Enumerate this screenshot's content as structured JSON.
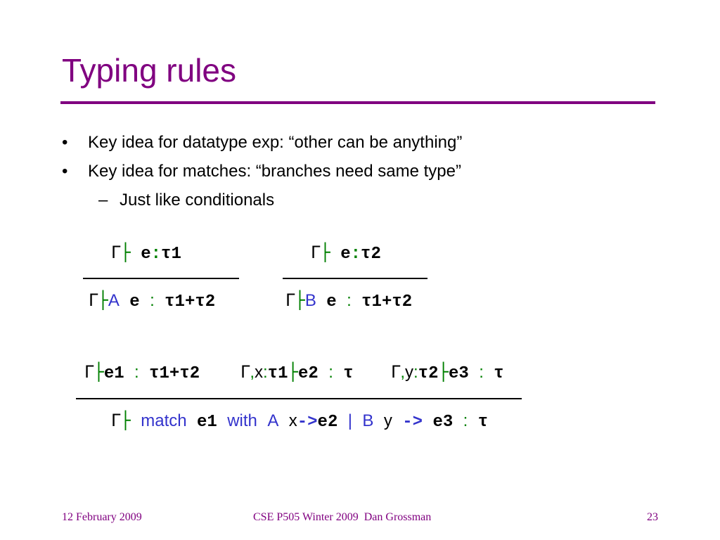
{
  "slide": {
    "title": "Typing rules",
    "bullets": [
      {
        "mark": "•",
        "text": "Key idea for datatype exp: “other can be anything”"
      },
      {
        "mark": "•",
        "text": "Key idea for matches: “branches need same type”"
      }
    ],
    "sub_bullets": [
      {
        "mark": "–",
        "text": "Just like conditionals"
      }
    ],
    "colors": {
      "title": "#800080",
      "green": "#008000",
      "blue": "#3333cc"
    }
  },
  "rules": {
    "gamma": "Γ",
    "turnstile": "├",
    "rule_a": {
      "premise": {
        "expr": "e",
        "colon": ":",
        "type": "τ1"
      },
      "conclusion": {
        "ctor": "A",
        "expr": "e",
        "colon": ":",
        "type": "τ1+τ2"
      }
    },
    "rule_b": {
      "premise": {
        "expr": "e",
        "colon": ":",
        "type": "τ2"
      },
      "conclusion": {
        "ctor": "B",
        "expr": "e",
        "colon": ":",
        "type": "τ1+τ2"
      }
    },
    "rule_match": {
      "premise1": {
        "expr": "e1",
        "colon": ":",
        "type": "τ1+τ2"
      },
      "premise2": {
        "ctx_sep": ",",
        "var": "x",
        "colon1": ":",
        "var_type": "τ1",
        "expr": "e2",
        "colon2": ":",
        "type": "τ"
      },
      "premise3": {
        "ctx_sep": ",",
        "var": "y",
        "colon1": ":",
        "var_type": "τ2",
        "expr": "e3",
        "colon2": ":",
        "type": "τ"
      },
      "conclusion": {
        "kw_match": "match",
        "e1": "e1",
        "kw_with": "with",
        "ctor_a": "A",
        "var_x": "x",
        "arrow1": "->",
        "e2": "e2",
        "bar": "|",
        "ctor_b": "B",
        "var_y": "y",
        "arrow2": "->",
        "e3": "e3",
        "colon": ":",
        "type": "τ"
      }
    }
  },
  "footer": {
    "date": "12 February 2009",
    "course": "CSE P505 Winter 2009  Dan Grossman",
    "page_number": "23"
  }
}
